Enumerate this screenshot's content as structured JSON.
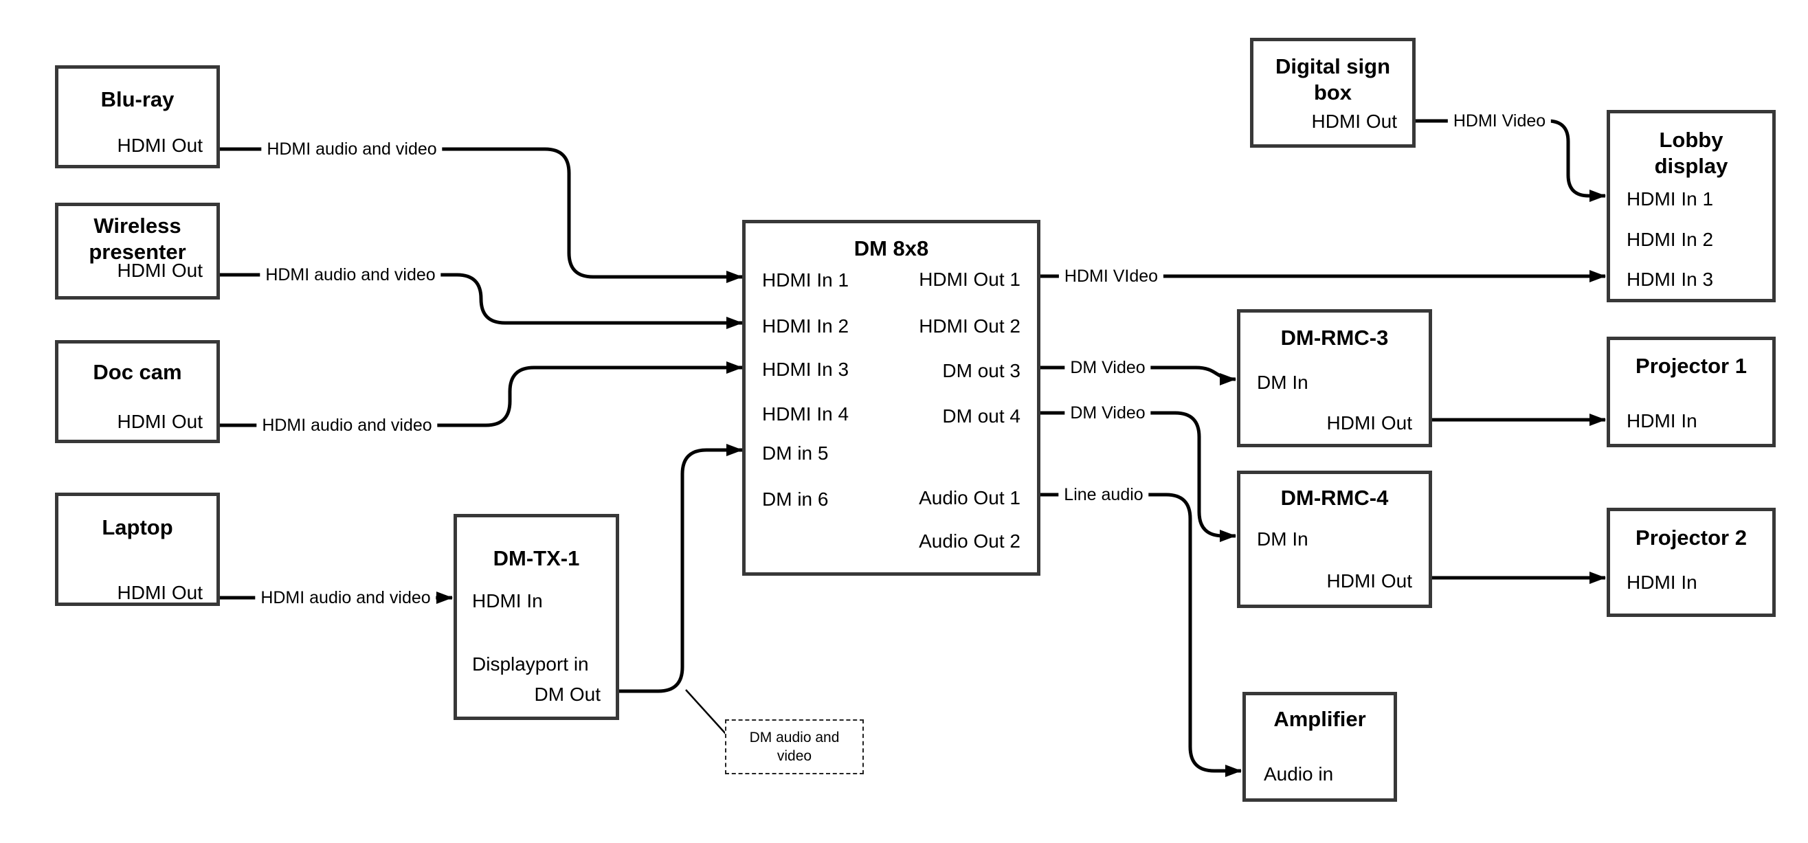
{
  "diagram": {
    "nodes": {
      "bluRay": {
        "title": "Blu-ray",
        "ports": {
          "hdmiOut": "HDMI Out"
        }
      },
      "wireless": {
        "title": "Wireless\npresenter",
        "ports": {
          "hdmiOut": "HDMI Out"
        }
      },
      "docCam": {
        "title": "Doc cam",
        "ports": {
          "hdmiOut": "HDMI Out"
        }
      },
      "laptop": {
        "title": "Laptop",
        "ports": {
          "hdmiOut": "HDMI Out"
        }
      },
      "dmTx1": {
        "title": "DM-TX-1",
        "ports": {
          "hdmiIn": "HDMI In",
          "displayportIn": "Displayport in",
          "dmOut": "DM Out"
        }
      },
      "dm8x8": {
        "title": "DM 8x8",
        "ports": {
          "hdmiIn1": "HDMI In 1",
          "hdmiIn2": "HDMI In 2",
          "hdmiIn3": "HDMI In 3",
          "hdmiIn4": "HDMI In 4",
          "dmIn5": "DM in 5",
          "dmIn6": "DM in 6",
          "hdmiOut1": "HDMI Out 1",
          "hdmiOut2": "HDMI Out 2",
          "dmOut3": "DM out 3",
          "dmOut4": "DM out 4",
          "audioOut1": "Audio Out 1",
          "audioOut2": "Audio Out 2"
        }
      },
      "digitalSignBox": {
        "title": "Digital sign\nbox",
        "ports": {
          "hdmiOut": "HDMI Out"
        }
      },
      "lobbyDisplay": {
        "title": "Lobby\ndisplay",
        "ports": {
          "hdmiIn1": "HDMI In 1",
          "hdmiIn2": "HDMI In 2",
          "hdmiIn3": "HDMI In 3"
        }
      },
      "dmRmc3": {
        "title": "DM-RMC-3",
        "ports": {
          "dmIn": "DM In",
          "hdmiOut": "HDMI Out"
        }
      },
      "projector1": {
        "title": "Projector 1",
        "ports": {
          "hdmiIn": "HDMI In"
        }
      },
      "dmRmc4": {
        "title": "DM-RMC-4",
        "ports": {
          "dmIn": "DM In",
          "hdmiOut": "HDMI Out"
        }
      },
      "projector2": {
        "title": "Projector 2",
        "ports": {
          "hdmiIn": "HDMI In"
        }
      },
      "amplifier": {
        "title": "Amplifier",
        "ports": {
          "audioIn": "Audio in"
        }
      }
    },
    "wireLabels": {
      "bluRayToDm8x8": "HDMI audio and video",
      "wirelessToDm8x8": "HDMI audio and video",
      "docCamToDm8x8": "HDMI audio and video",
      "laptopToDmTx1": "HDMI audio and video",
      "dm8x8ToLobby": "HDMI VIdeo",
      "signBoxToLobby": "HDMI Video",
      "dmOut3ToRmc3": "DM Video",
      "dmOut4ToRmc4": "DM Video",
      "audioOut1ToAmp": "Line audio"
    },
    "note": "DM audio and\nvideo",
    "colors": {
      "wire": "#000000",
      "border": "#383838",
      "background": "#ffffff",
      "text": "#000000"
    }
  }
}
